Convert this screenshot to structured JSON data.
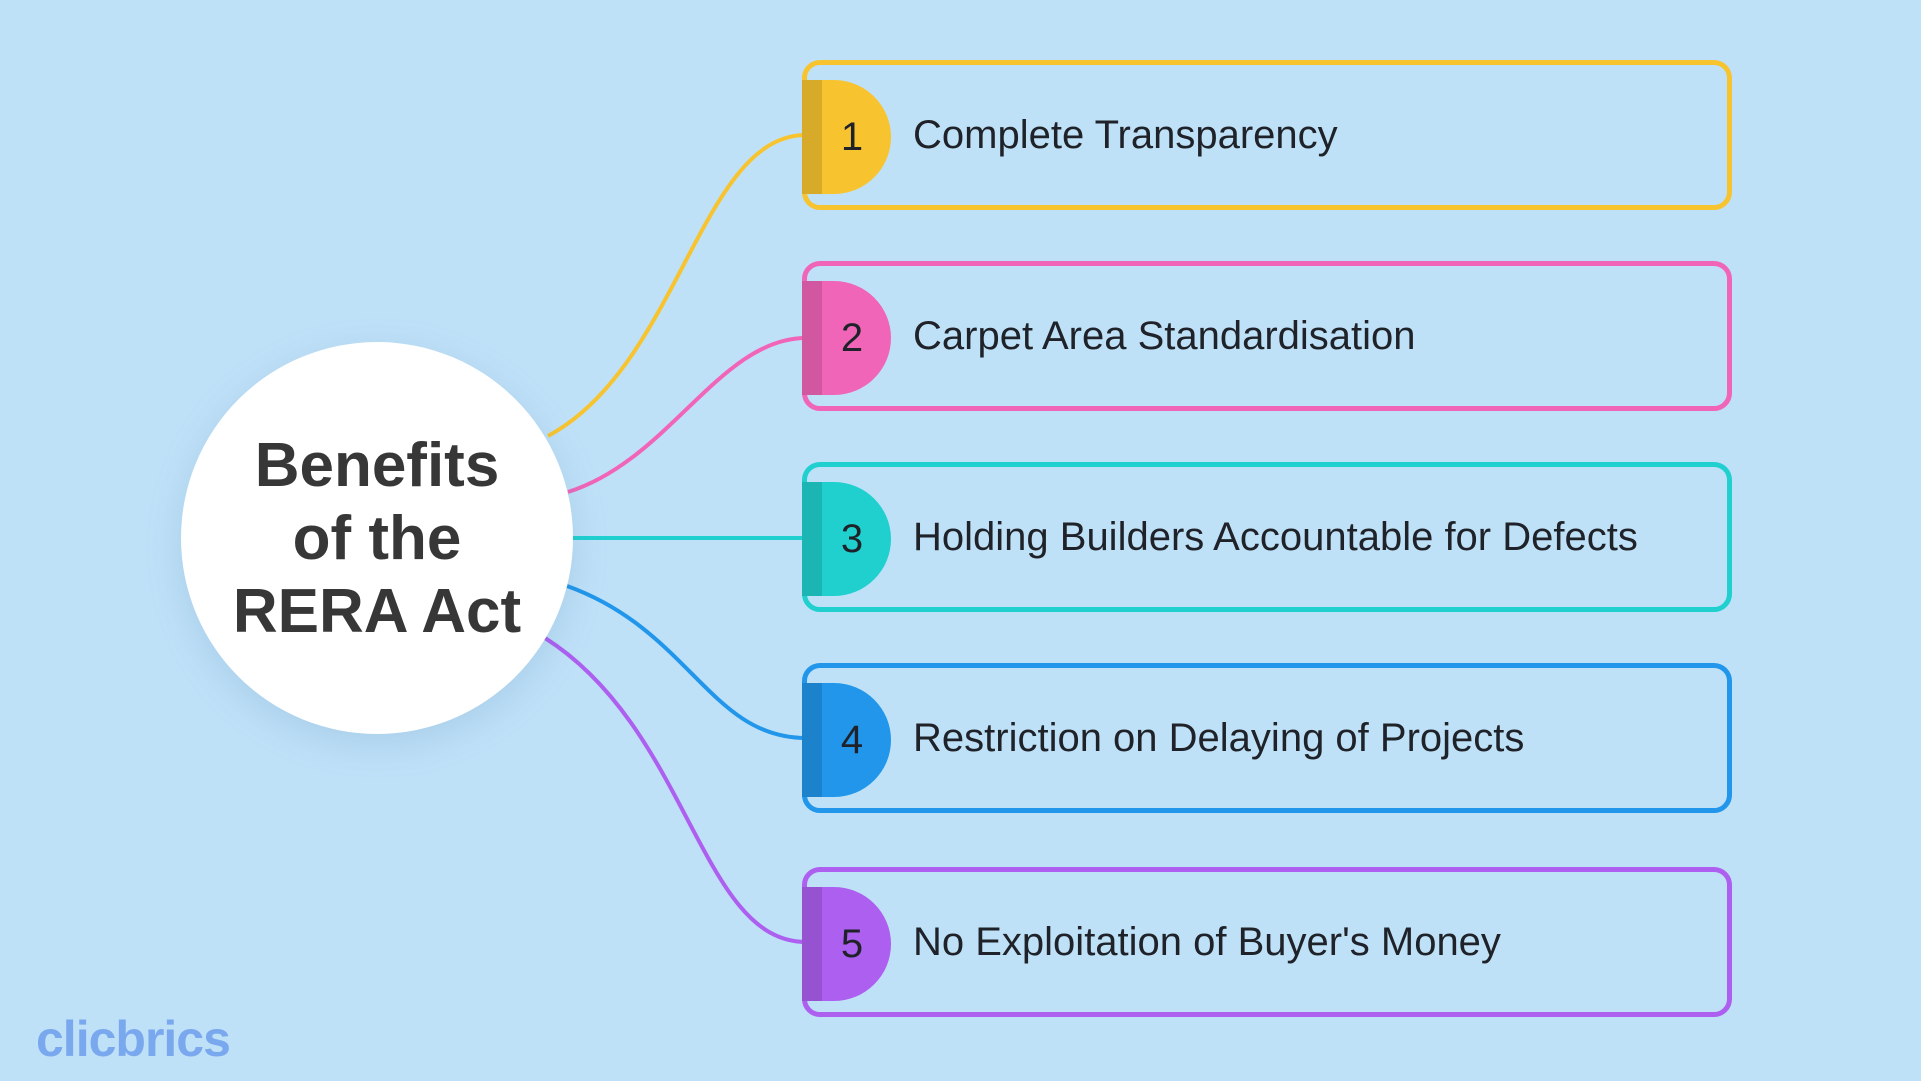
{
  "title": "Benefits\nof the\nRERA Act",
  "brand": "clicbrics",
  "benefits": [
    {
      "number": "1",
      "label": "Complete Transparency",
      "color": "#f7c430"
    },
    {
      "number": "2",
      "label": "Carpet Area Standardisation",
      "color": "#f065b8"
    },
    {
      "number": "3",
      "label": "Holding Builders Accountable for Defects",
      "color": "#1fd0cf"
    },
    {
      "number": "4",
      "label": "Restriction on Delaying of Projects",
      "color": "#2196ea"
    },
    {
      "number": "5",
      "label": "No Exploitation of Buyer's Money",
      "color": "#ad5ff0"
    }
  ],
  "colors": {
    "background": "#bfe1f8",
    "hub": "#ffffff",
    "title_text": "#373737",
    "brand": "#7aa8ee"
  }
}
